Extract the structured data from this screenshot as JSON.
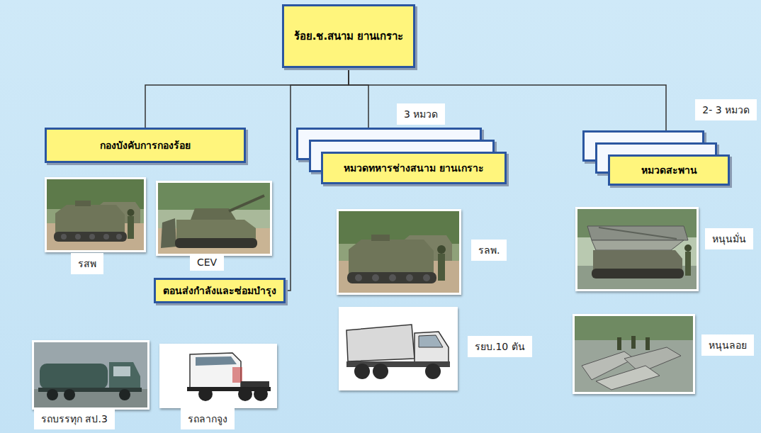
{
  "diagram": {
    "nodes": [
      {
        "text": [
          "ร้อย.ช.สนาม ยานเกราะ"
        ]
      },
      {
        "text": [
          "กองบังคับการกองร้อย"
        ]
      },
      {
        "text": [
          "ตอนส่งกำลังและซ่อมบำรุง"
        ]
      },
      {
        "text": [
          "หมวดทหารช่างสนาม ยานเกราะ"
        ]
      },
      {
        "text": [
          "หมวดสะพาน"
        ]
      }
    ],
    "edges": [
      {
        "from": 0,
        "to": 1,
        "arrow": "none"
      },
      {
        "from": 0,
        "to": 2,
        "arrow": "none"
      },
      {
        "from": 0,
        "to": 3,
        "arrow": "none"
      },
      {
        "from": 0,
        "to": 4,
        "arrow": "none"
      }
    ],
    "labels": [
      "รสพ",
      "CEV",
      "รถบรรทุก สป.3",
      "รถลากจูง",
      "3 หมวด",
      "รลพ.",
      "รยบ.10 ตัน",
      "2- 3 หมวด",
      "หนุนมั่น",
      "หนุนลอย"
    ]
  }
}
